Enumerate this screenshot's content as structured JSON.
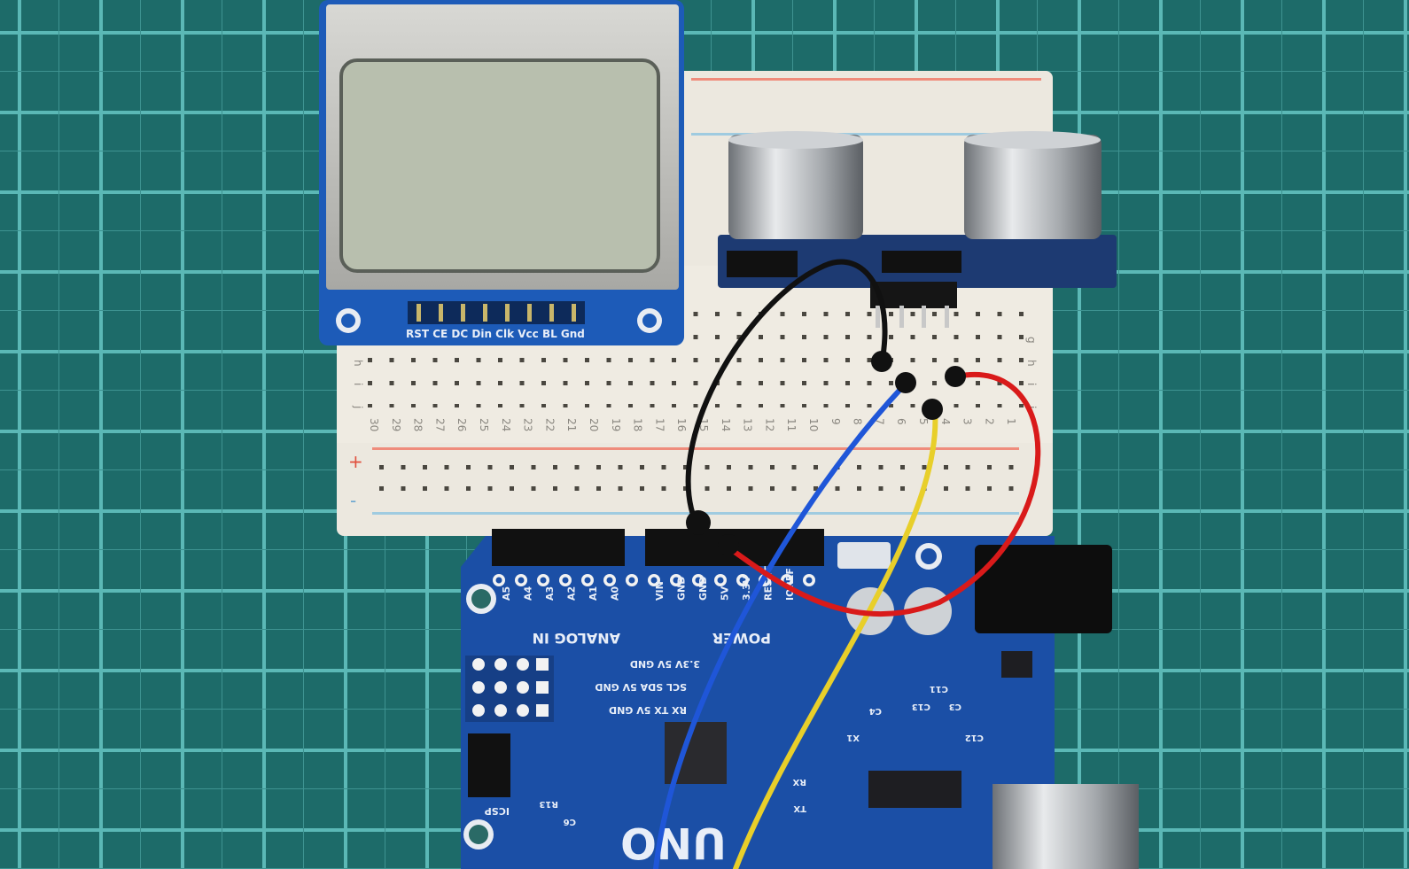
{
  "lcd_module": {
    "pin_labels": "RST CE DC Din Clk Vcc BL Gnd"
  },
  "breadboard": {
    "column_numbers": [
      "30",
      "29",
      "28",
      "27",
      "26",
      "25",
      "24",
      "23",
      "22",
      "21",
      "20",
      "19",
      "18",
      "17",
      "16",
      "15",
      "14",
      "13",
      "12",
      "11",
      "10",
      "9",
      "8",
      "7",
      "6",
      "5",
      "4",
      "3",
      "2",
      "1"
    ],
    "row_letters": [
      "g",
      "h",
      "i",
      "j"
    ],
    "rail_plus": "+",
    "rail_minus": "-"
  },
  "arduino": {
    "analog_pins": [
      "A5",
      "A4",
      "A3",
      "A2",
      "A1",
      "A0"
    ],
    "power_pins": [
      "VIN",
      "GND",
      "GND",
      "5V",
      "3.3V",
      "RESET",
      "IOREF"
    ],
    "analog_label": "ANALOG IN",
    "power_label": "POWER",
    "header_row_1": "3.3V 5V GND",
    "header_row_2": "SCL SDA 5V GND",
    "header_row_3": "RX TX 5V GND",
    "icsp_label": "ICSP",
    "board_name": "UNO",
    "component_labels": [
      "R13",
      "C6",
      "X1",
      "C4",
      "C3",
      "C12",
      "C11",
      "C13",
      "RX",
      "TX"
    ]
  },
  "colors": {
    "mat": "#1d6b69",
    "mat_grid": "#5bb8b6",
    "pcb_blue": "#1b4fa6",
    "wire_black": "#111111",
    "wire_blue": "#1f56d8",
    "wire_yellow": "#e8cf2a",
    "wire_red": "#d91a1a"
  }
}
